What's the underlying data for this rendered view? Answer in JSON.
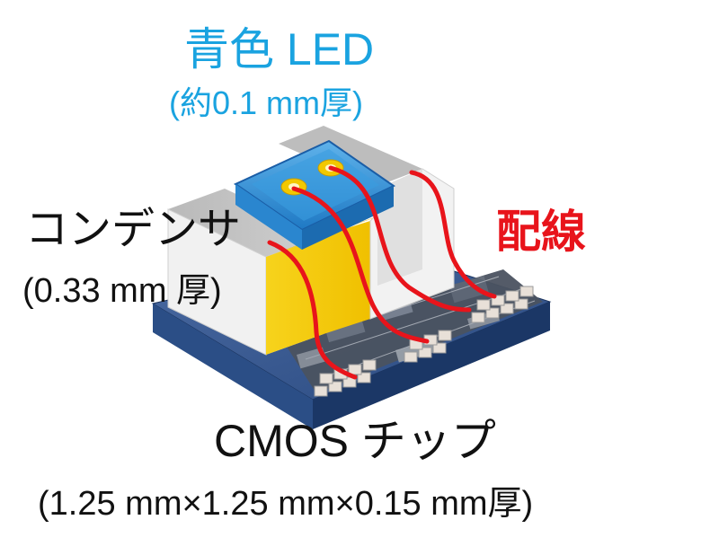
{
  "labels": {
    "led_title": "青色 LED",
    "led_sub": "(約0.1 mm厚)",
    "capacitor_title": "コンデンサ",
    "capacitor_sub": "(0.33 mm 厚)",
    "wiring": "配線",
    "chip_title": "CMOS チップ",
    "chip_sub": "(1.25 mm×1.25 mm×0.15 mm厚)"
  },
  "colors": {
    "led_label": "#1aa3e0",
    "wiring": "#e8141b",
    "substrate": "#23406e",
    "capacitor": "#e9e9e9",
    "conductor": "#f5cf18",
    "led_body": "#2f8fd4"
  }
}
